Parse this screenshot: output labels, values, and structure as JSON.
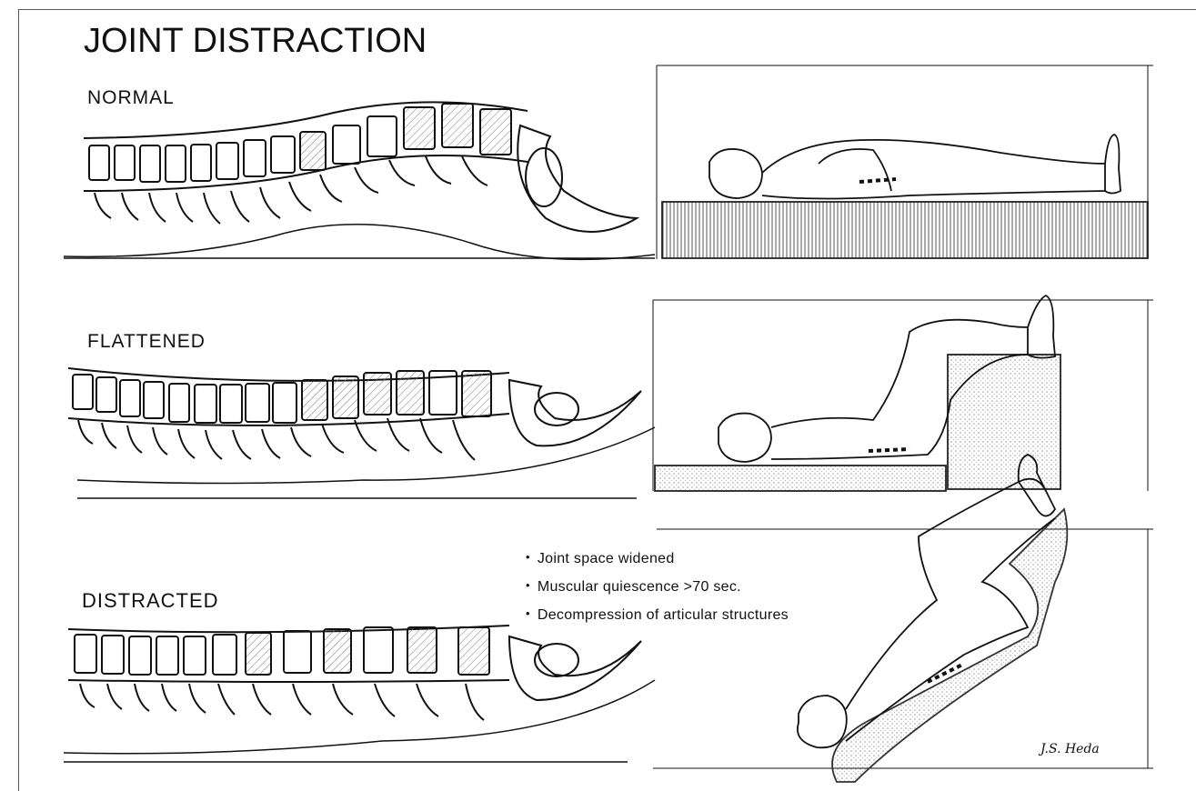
{
  "title": "JOINT DISTRACTION",
  "panels": [
    {
      "label": "NORMAL"
    },
    {
      "label": "FLATTENED"
    },
    {
      "label": "DISTRACTED"
    }
  ],
  "bullets": [
    "Joint space widened",
    "Muscular quiescence >70 sec.",
    "Decompression of articular structures"
  ],
  "signature": "J.S. Heda"
}
